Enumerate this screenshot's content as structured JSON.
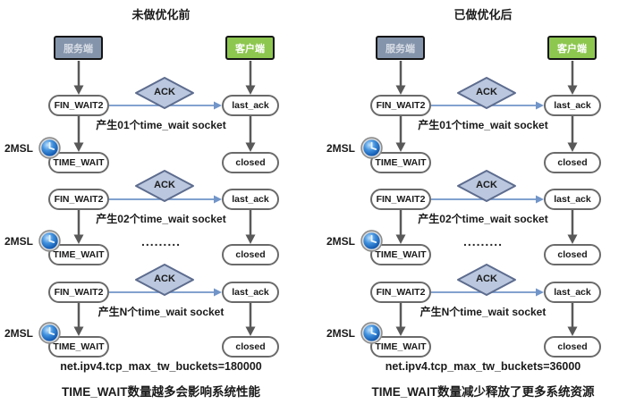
{
  "page": {
    "background": "#ffffff"
  },
  "labels": {
    "server": "服务端",
    "client": "客户端",
    "fin_wait2": "FIN_WAIT2",
    "ack": "ACK",
    "last_ack": "last_ack",
    "time_wait": "TIME_WAIT",
    "closed": "closed",
    "msl": "2MSL",
    "dots": "........."
  },
  "icons": {
    "clock": "clock-icon"
  },
  "colors": {
    "server_fill": "#8494ab",
    "server_text": "#d7dce5",
    "client_fill": "#8dc74f",
    "client_text": "#ffffff",
    "diamond_fill": "#bac7de",
    "diamond_border": "#5d6c8e",
    "state_border": "#6a6a6a",
    "arrow_gray": "#595959",
    "arrow_blue": "#7195c8",
    "text": "#1a1a1a"
  },
  "columns": {
    "left": {
      "title": "未做优化前",
      "cycles": [
        {
          "caption": "产生01个time_wait socket"
        },
        {
          "caption": "产生02个time_wait socket"
        },
        {
          "caption": "产生N个time_wait socket"
        }
      ],
      "sysctl": "net.ipv4.tcp_max_tw_buckets=180000",
      "summary": "TIME_WAIT数量越多会影响系统性能"
    },
    "right": {
      "title": "已做优化后",
      "cycles": [
        {
          "caption": "产生01个time_wait socket"
        },
        {
          "caption": "产生02个time_wait socket"
        },
        {
          "caption": "产生N个time_wait socket"
        }
      ],
      "sysctl": "net.ipv4.tcp_max_tw_buckets=36000",
      "summary": "TIME_WAIT数量减少释放了更多系统资源"
    }
  }
}
